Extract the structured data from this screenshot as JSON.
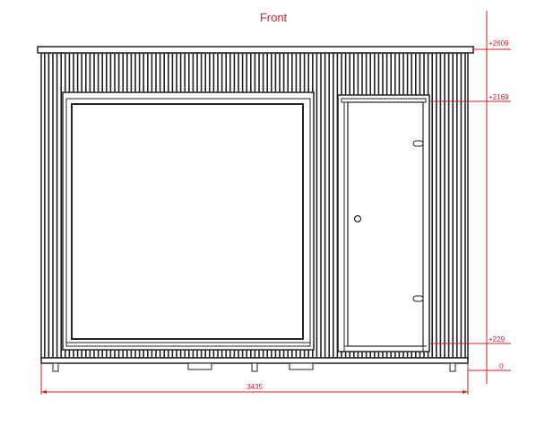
{
  "title": "Front",
  "levels": [
    "+2609",
    "+2169",
    "+229",
    "0"
  ],
  "width_dimension": "3435",
  "colors": {
    "annotation": "#d0202a",
    "line": "#222222"
  }
}
